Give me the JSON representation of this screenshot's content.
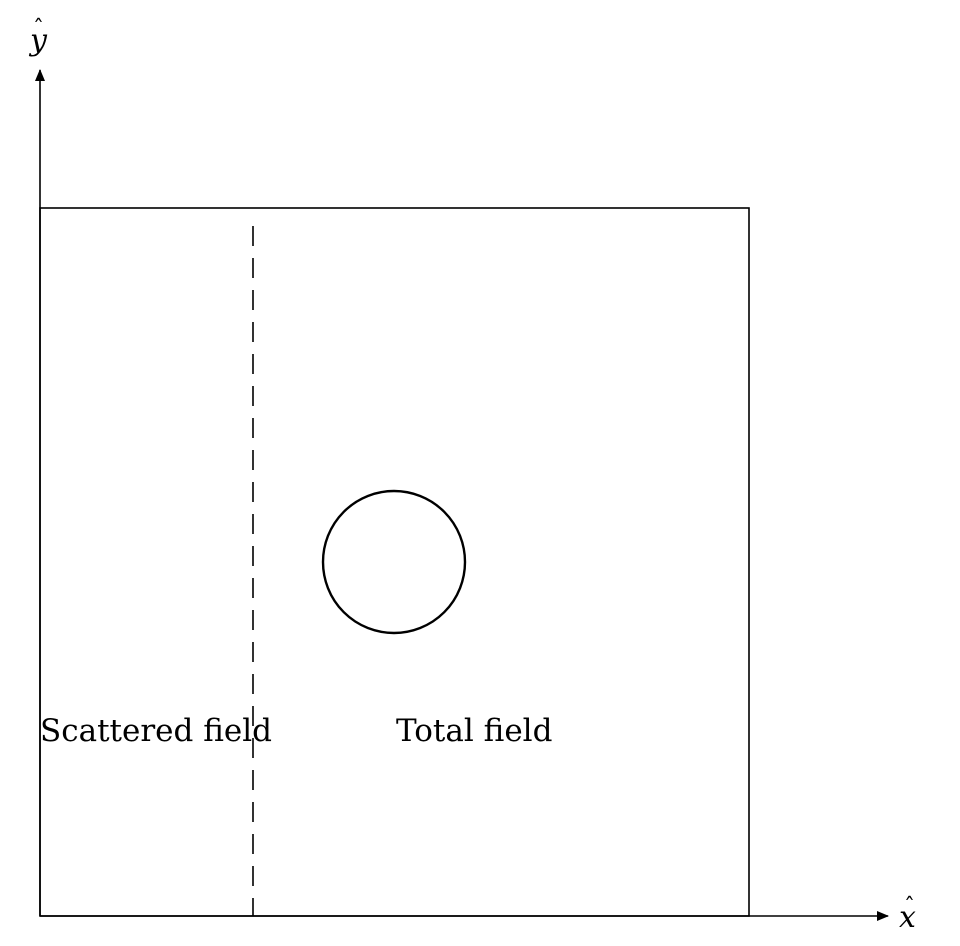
{
  "axes": {
    "x_label": "x",
    "y_label": "y",
    "hat": "ˆ"
  },
  "regions": {
    "scattered_label": "Scattered field",
    "total_label": "Total field"
  },
  "colors": {
    "stroke": "#000000",
    "background": "#ffffff"
  }
}
